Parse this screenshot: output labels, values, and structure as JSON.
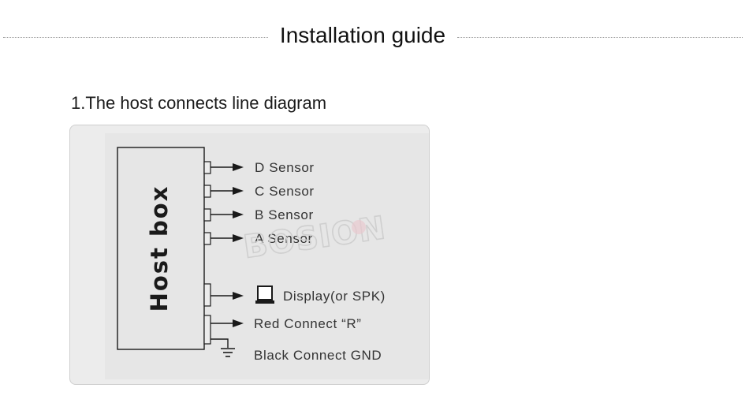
{
  "header": {
    "title": "Installation guide"
  },
  "section": {
    "title": "1.The host connects line diagram"
  },
  "diagram": {
    "host_label": "Host box",
    "connections": [
      {
        "label": "D  Sensor",
        "kind": "arrow"
      },
      {
        "label": "C  Sensor",
        "kind": "arrow"
      },
      {
        "label": "B  Sensor",
        "kind": "arrow"
      },
      {
        "label": "A  Sensor",
        "kind": "arrow"
      },
      {
        "label": "Display(or  SPK)",
        "kind": "arrow",
        "icon": "monitor-icon"
      },
      {
        "label": "Red Connect “R”",
        "kind": "arrow"
      },
      {
        "label": "Black Connect  GND",
        "kind": "ground",
        "icon": "ground-icon"
      }
    ],
    "watermark": "BOSION"
  },
  "colors": {
    "card_background": "#ececec",
    "line": "#1a1a1a",
    "label": "#333333"
  }
}
